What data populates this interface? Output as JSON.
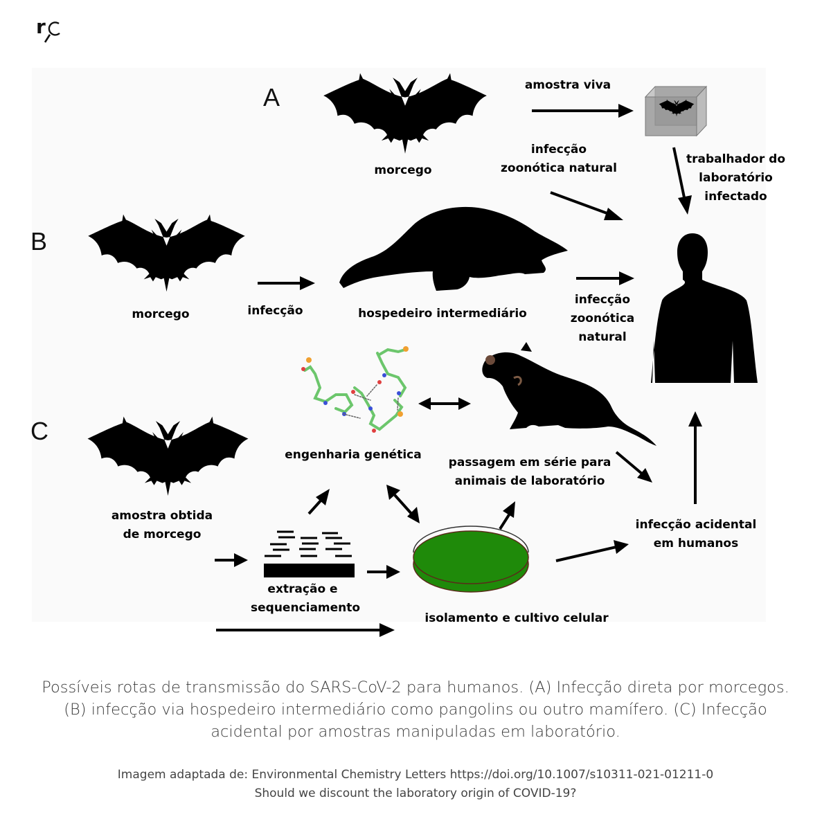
{
  "logo": {
    "text": "r",
    "icon": "magnifier-c-icon"
  },
  "panels": {
    "A": {
      "letter": "A",
      "bat_label": "morcego",
      "live_sample_label": "amostra viva",
      "natural_label_line1": "infecção",
      "natural_label_line2": "zoonótica natural",
      "lab_worker_line1": "trabalhador do",
      "lab_worker_line2": "laboratório",
      "lab_worker_line3": "infectado"
    },
    "B": {
      "letter": "B",
      "bat_label": "morcego",
      "infection_label": "infecção",
      "host_label": "hospedeiro intermediário",
      "natural_line1": "infecção",
      "natural_line2": "zoonótica",
      "natural_line3": "natural"
    },
    "C": {
      "letter": "C",
      "bat_label_line1": "amostra obtida",
      "bat_label_line2": "de morcego",
      "genetic_label": "engenharia genética",
      "passage_line1": "passagem em série para",
      "passage_line2": "animais de laboratório",
      "extraction_line1": "extração e",
      "extraction_line2": "sequenciamento",
      "culture_label": "isolamento e cultivo celular",
      "accidental_line1": "infecção acidental",
      "accidental_line2": "em humanos"
    }
  },
  "colors": {
    "silhouette": "#000000",
    "petri_green": "#1f8a0a",
    "petri_rim": "#5a2a1a",
    "cage_gray": "#9a9a9a",
    "dna_carbon": "#6cc66c",
    "dna_nitrogen": "#3a4fd8",
    "dna_oxygen": "#e04040",
    "dna_phosphorus": "#f0a030"
  },
  "caption": {
    "line1": "Possíveis rotas de transmissão do SARS-CoV-2 para humanos. (A) Infecção direta por morcegos.",
    "line2": "(B) infecção via hospedeiro intermediário como pangolins ou outro mamífero. (C) Infecção",
    "line3": "acidental por amostras manipuladas em laboratório."
  },
  "credit": {
    "line1": "Imagem adaptada de: Environmental Chemistry Letters https://doi.org/10.1007/s10311-021-01211-0",
    "line2": "Should we discount the laboratory origin of COVID-19?"
  }
}
